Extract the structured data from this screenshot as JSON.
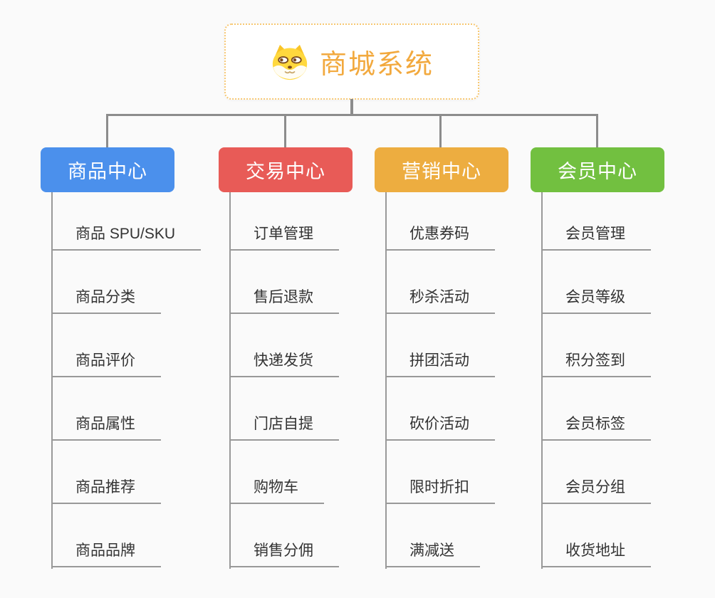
{
  "root": {
    "title": "商城系统",
    "icon": "dog-icon",
    "title_color": "#F2A93E",
    "border_color": "#F7C873"
  },
  "connector_color": "#8C8C8C",
  "leaf_line_color": "#999999",
  "branches": [
    {
      "label": "商品中心",
      "color": "#4B90EC",
      "items": [
        "商品 SPU/SKU",
        "商品分类",
        "商品评价",
        "商品属性",
        "商品推荐",
        "商品品牌"
      ]
    },
    {
      "label": "交易中心",
      "color": "#E85B57",
      "items": [
        "订单管理",
        "售后退款",
        "快递发货",
        "门店自提",
        "购物车",
        "销售分佣"
      ]
    },
    {
      "label": "营销中心",
      "color": "#EDAD40",
      "items": [
        "优惠券码",
        "秒杀活动",
        "拼团活动",
        "砍价活动",
        "限时折扣",
        "满减送"
      ]
    },
    {
      "label": "会员中心",
      "color": "#72C040",
      "items": [
        "会员管理",
        "会员等级",
        "积分签到",
        "会员标签",
        "会员分组",
        "收货地址"
      ]
    }
  ]
}
